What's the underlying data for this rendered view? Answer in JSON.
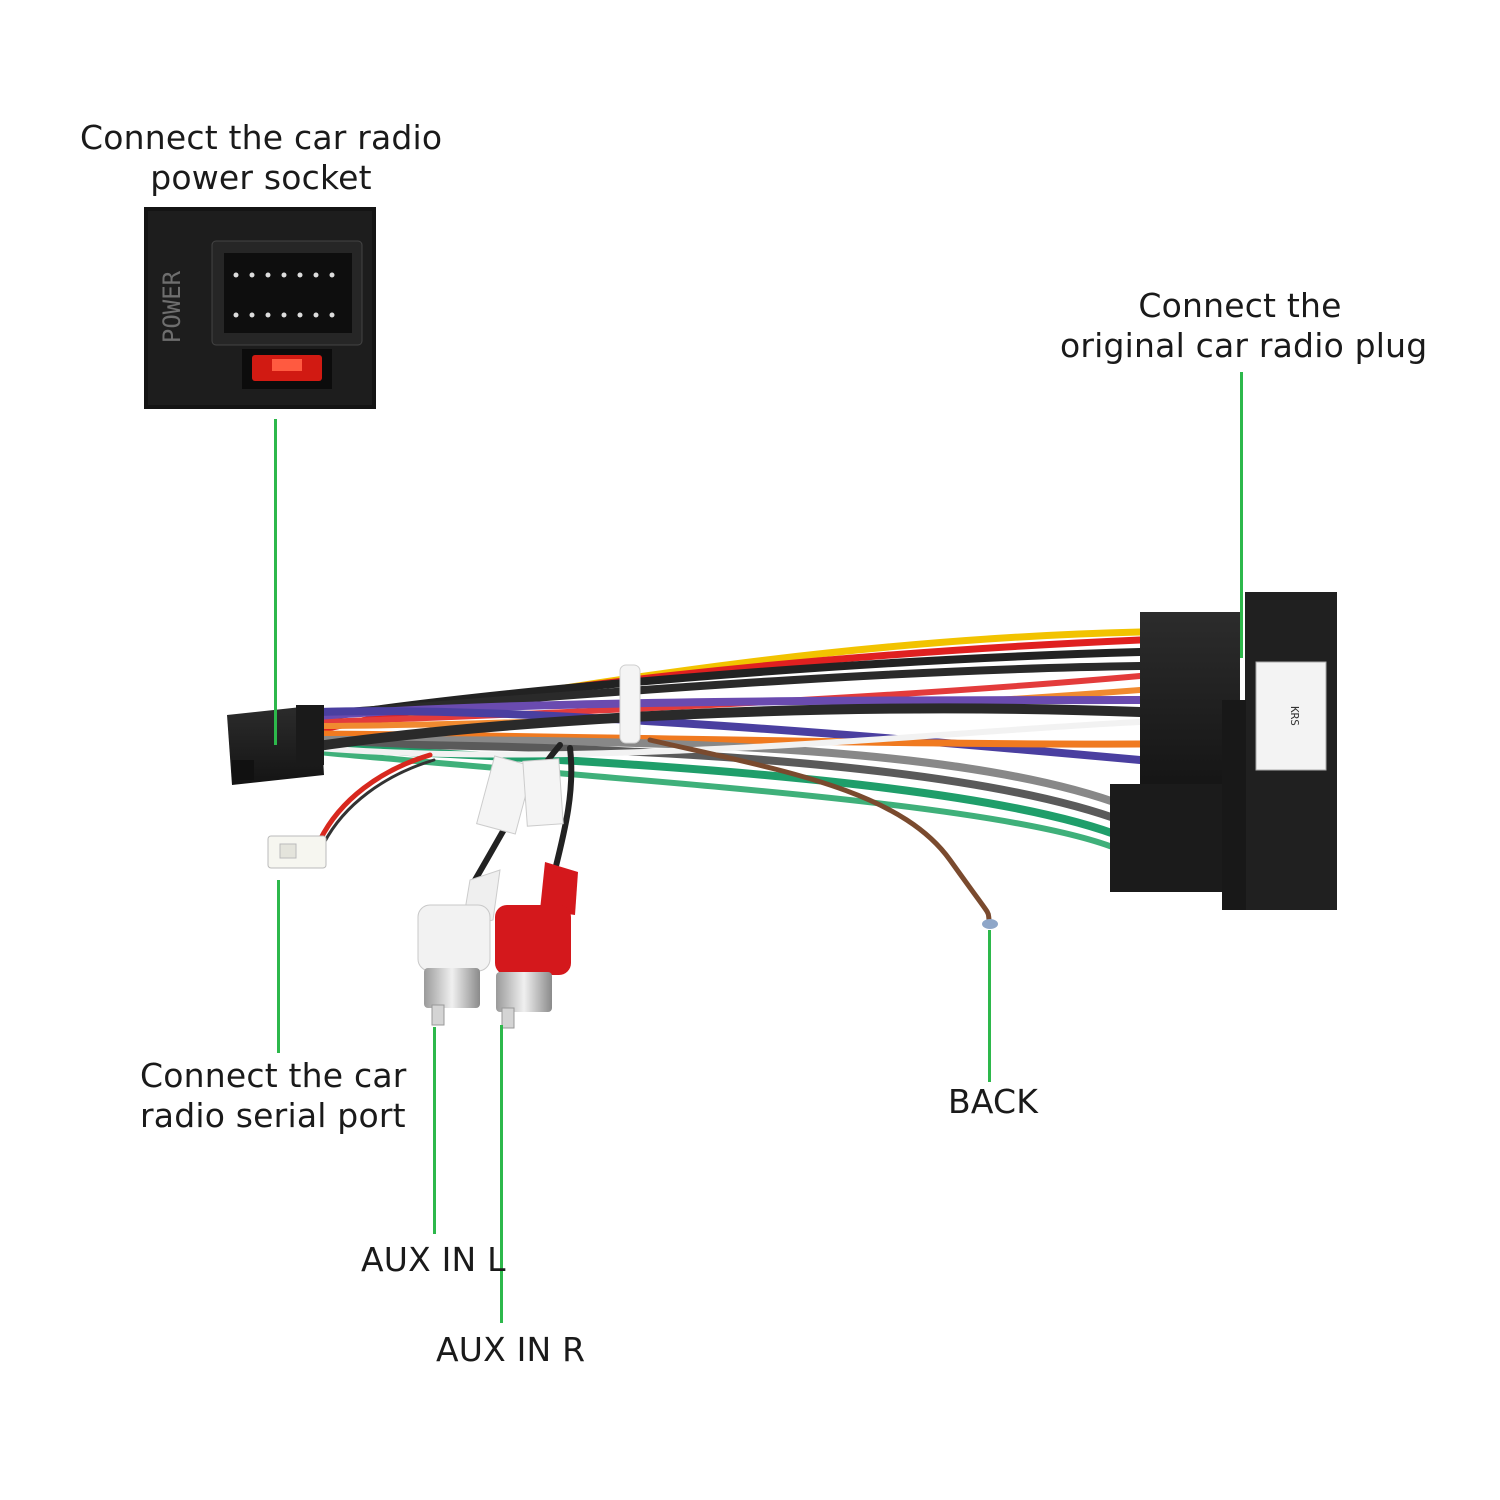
{
  "labels": {
    "power_socket": [
      "Connect the car radio",
      "power socket"
    ],
    "original_plug": [
      "Connect the",
      "original car radio plug"
    ],
    "serial_port": [
      "Connect the car",
      "radio  serial port"
    ],
    "aux_l": "AUX IN L",
    "aux_r": "AUX IN R",
    "back": "BACK"
  },
  "photo_details": {
    "connector_wordmark": "POWER",
    "plug_tag": "KRS"
  },
  "colors": {
    "leader_line": "#2db84b",
    "connector_body": "#1e1e1e",
    "rca_red": "#d4181c",
    "rca_white": "#eeeeee"
  },
  "icons": [
    "power-connector-photo",
    "harness-cable-photo",
    "rca-plug-icon",
    "serial-plug-icon"
  ]
}
